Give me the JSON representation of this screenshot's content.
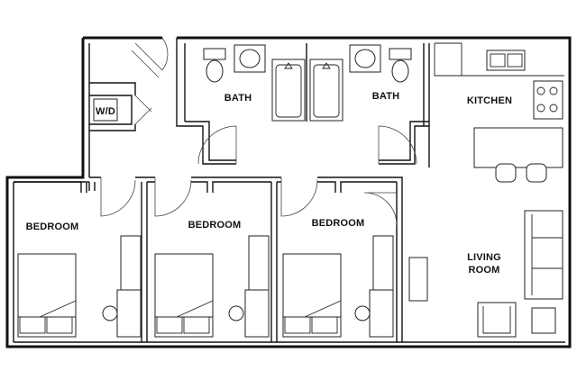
{
  "rooms": {
    "wd": "W/D",
    "bath_left": "BATH",
    "bath_right": "BATH",
    "kitchen": "KITCHEN",
    "bedroom_1": "BEDROOM",
    "bedroom_2": "BEDROOM",
    "bedroom_3": "BEDROOM",
    "living_line1": "LIVING",
    "living_line2": "ROOM"
  }
}
